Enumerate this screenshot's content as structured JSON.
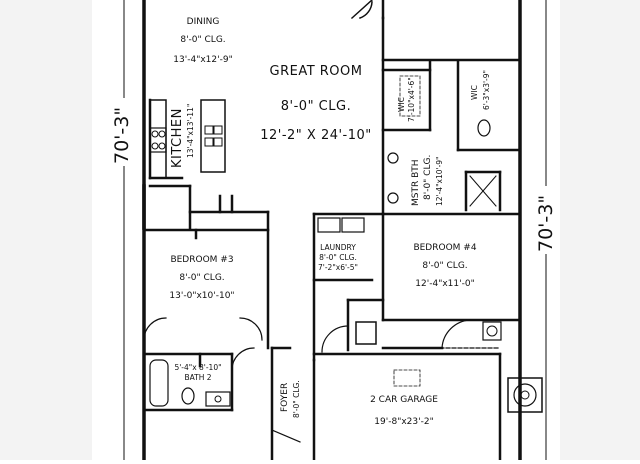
{
  "rooms": {
    "dining": {
      "name": "DINING",
      "ceiling": "8'-0\" CLG.",
      "size": "13'-4\"x12'-9\""
    },
    "great_room": {
      "name": "GREAT ROOM",
      "ceiling": "8'-0\" CLG.",
      "size": "12'-2\" X 24'-10\""
    },
    "kitchen": {
      "name": "KITCHEN",
      "size": "13'-4\"x13'-11\""
    },
    "wic1": {
      "name": "WIC",
      "size": "7'-10\"x4'-6\""
    },
    "wic2": {
      "name": "WIC",
      "size": "6'-3\"x3'-9\""
    },
    "master_bath": {
      "name": "MSTR BTH",
      "ceiling": "8'-0\" CLG.",
      "size": "12'-4\"x10'-9\""
    },
    "laundry": {
      "name": "LAUNDRY",
      "ceiling": "8'-0\" CLG.",
      "size": "7'-2\"x6'-5\""
    },
    "bedroom4": {
      "name": "BEDROOM #4",
      "ceiling": "8'-0\" CLG.",
      "size": "12'-4\"x11'-0\""
    },
    "bedroom3": {
      "name": "BEDROOM #3",
      "ceiling": "8'-0\" CLG.",
      "size": "13'-0\"x10'-10\""
    },
    "bath2": {
      "name": "BATH 2",
      "size": "5'-4\"x 8'-10\""
    },
    "foyer": {
      "name": "FOYER",
      "ceiling": "8'-0\" CLG."
    },
    "garage": {
      "name": "2 CAR GARAGE",
      "size": "19'-8\"x23'-2\""
    }
  },
  "dimensions": {
    "left": "70'-3\"",
    "right": "70'-3\""
  }
}
